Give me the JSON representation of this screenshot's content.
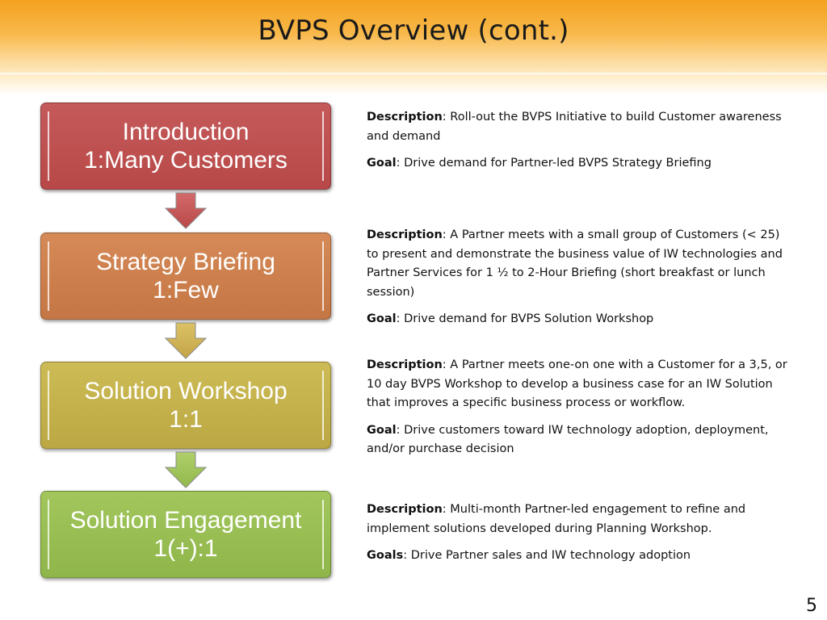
{
  "slide": {
    "title": "BVPS Overview (cont.)",
    "page_number": "5"
  },
  "colors": {
    "header": "#f4a21e",
    "stage_1": "#c05050",
    "stage_2": "#cc7e4c",
    "stage_3": "#c4b24c",
    "stage_4": "#98be52"
  },
  "stages": [
    {
      "line1": "Introduction",
      "line2": "1:Many Customers"
    },
    {
      "line1": "Strategy Briefing",
      "line2": "1:Few"
    },
    {
      "line1": "Solution Workshop",
      "line2": "1:1"
    },
    {
      "line1": "Solution Engagement",
      "line2": "1(+):1"
    }
  ],
  "details": [
    {
      "desc_label": "Description",
      "desc_text": ": Roll-out the BVPS Initiative to  build Customer awareness and demand",
      "goal_label": "Goal",
      "goal_text": ": Drive demand for Partner-led BVPS Strategy Briefing"
    },
    {
      "desc_label": "Description",
      "desc_text": ": A Partner meets with a small group of Customers (< 25) to present and demonstrate the business value of IW technologies and Partner Services for 1 ½ to 2-Hour Briefing (short breakfast or lunch session)",
      "goal_label": "Goal",
      "goal_text": ": Drive demand for BVPS Solution Workshop"
    },
    {
      "desc_label": "Description",
      "desc_text": ": A Partner meets one-on one with a Customer for a 3,5, or 10 day BVPS Workshop to develop a business case for an IW Solution that improves a specific business process or workflow.",
      "goal_label": "Goal",
      "goal_text": ": Drive customers toward IW technology adoption, deployment, and/or purchase decision"
    },
    {
      "desc_label": "Description",
      "desc_text": ": Multi-month Partner-led engagement to refine and implement solutions developed during Planning Workshop.",
      "goal_label": "Goals",
      "goal_text": ":  Drive Partner sales and IW technology adoption"
    }
  ]
}
